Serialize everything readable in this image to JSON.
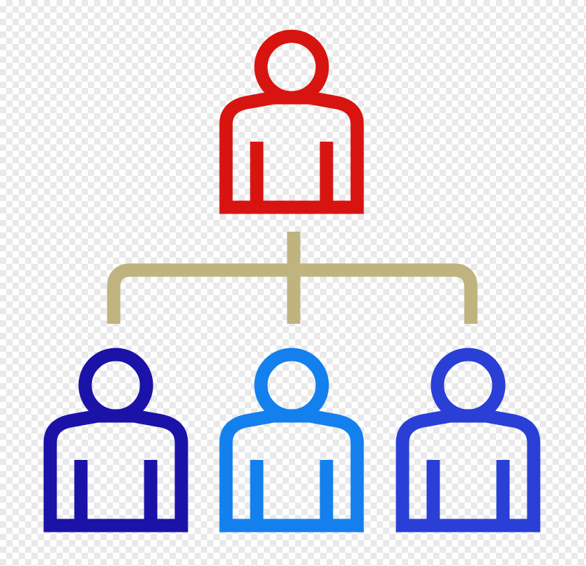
{
  "graphic": {
    "name": "organization-hierarchy-icon",
    "nodes": [
      {
        "id": "person-top",
        "role": "parent",
        "color": "#D81410"
      },
      {
        "id": "person-bottom-left",
        "role": "child",
        "color": "#1B12A8"
      },
      {
        "id": "person-bottom-center",
        "role": "child",
        "color": "#1380EE"
      },
      {
        "id": "person-bottom-right",
        "role": "child",
        "color": "#2A3FD6"
      }
    ],
    "connector": {
      "color": "#BFB37F",
      "from": "person-top",
      "to": [
        "person-bottom-left",
        "person-bottom-center",
        "person-bottom-right"
      ]
    },
    "background": "transparent-checkerboard"
  }
}
